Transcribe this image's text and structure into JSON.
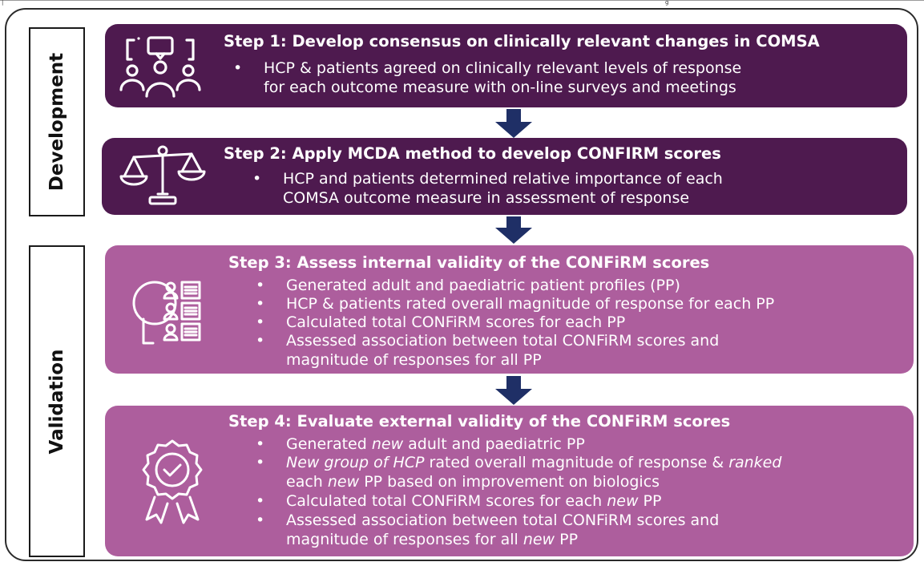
{
  "page": {
    "background": "#ffffff"
  },
  "colors": {
    "dark_box": "#4e1a4f",
    "light_box": "#ad5e9d",
    "arrow": "#1f2f66",
    "text": "#ffffff"
  },
  "top_mark_text": "g",
  "phases": {
    "development": "Development",
    "validation": "Validation"
  },
  "steps": [
    {
      "title": "Step 1: Develop consensus on clinically relevant changes in COMSA",
      "icon": "people-discussion-icon",
      "bullets": [
        {
          "line1": "HCP & patients agreed on clinically relevant levels of response",
          "line2": "for each outcome measure with on-line surveys and meetings"
        }
      ]
    },
    {
      "title": "Step 2: Apply MCDA method to develop CONFIRM scores",
      "icon": "balance-scale-icon",
      "bullets": [
        {
          "line1": "HCP and patients determined  relative importance of each",
          "line2": "COMSA outcome measure in assessment of response"
        }
      ]
    },
    {
      "title": "Step 3: Assess internal validity of the CONFiRM scores",
      "icon": "search-profiles-icon",
      "bullets": [
        {
          "line1": "Generated adult and paediatric patient profiles (PP)"
        },
        {
          "line1": "HCP & patients rated overall magnitude of response for each PP"
        },
        {
          "line1": "Calculated total CONFiRM scores for each PP"
        },
        {
          "line1": "Assessed association between total CONFiRM scores and",
          "line2": "magnitude of responses for all PP"
        }
      ]
    },
    {
      "title": "Step 4: Evaluate external validity of the CONFiRM scores",
      "icon": "award-badge-icon",
      "bullets": [
        {
          "pre": "Generated ",
          "em": "new",
          "post": " adult and paediatric PP"
        },
        {
          "em0": "New group of HCP",
          "mid": " rated overall magnitude of response & ",
          "em1": "ranked",
          "line2_pre": "each ",
          "line2_em": "new",
          "line2_post": " PP based on improvement on biologics"
        },
        {
          "pre": "Calculated total CONFiRM scores for each ",
          "em": "new",
          "post": " PP"
        },
        {
          "line1": "Assessed association between total CONFiRM scores and",
          "line2_pre": "magnitude of responses for all ",
          "line2_em": "new",
          "line2_post": " PP"
        }
      ]
    }
  ],
  "bullet_char": "•"
}
